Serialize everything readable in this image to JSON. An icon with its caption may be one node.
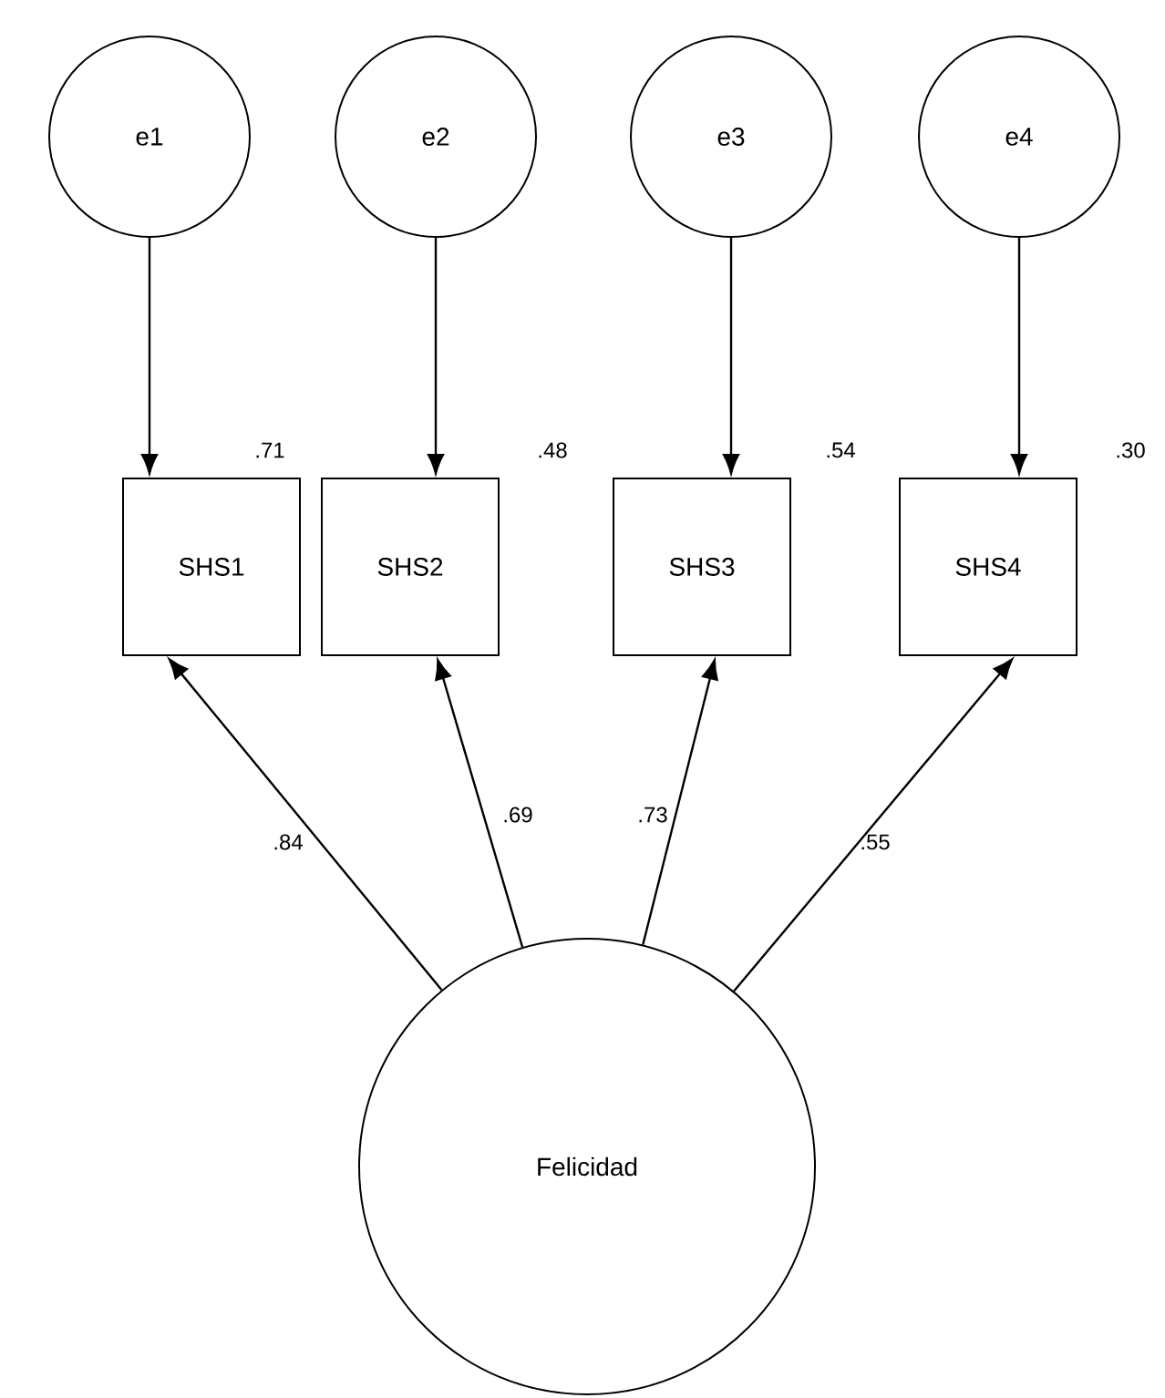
{
  "diagram": {
    "nodes": [
      {
        "text": [
          "e1"
        ]
      },
      {
        "text": [
          "e2"
        ]
      },
      {
        "text": [
          "e3"
        ]
      },
      {
        "text": [
          "e4"
        ]
      },
      {
        "text": [
          "SHS1"
        ],
        "beside": [
          ".71"
        ]
      },
      {
        "text": [
          "SHS2"
        ],
        "beside": [
          ".48"
        ]
      },
      {
        "text": [
          "SHS3"
        ],
        "beside": [
          ".54"
        ]
      },
      {
        "text": [
          "SHS4"
        ],
        "beside": [
          ".30"
        ]
      },
      {
        "text": [
          "Felicidad"
        ]
      }
    ],
    "edges": [
      {
        "from": 0,
        "to": 4,
        "arrow": "to"
      },
      {
        "from": 1,
        "to": 5,
        "arrow": "to"
      },
      {
        "from": 2,
        "to": 6,
        "arrow": "to"
      },
      {
        "from": 3,
        "to": 7,
        "arrow": "to"
      },
      {
        "from": 8,
        "to": 4,
        "arrow": "to",
        "label": ".84"
      },
      {
        "from": 8,
        "to": 5,
        "arrow": "to",
        "label": ".69"
      },
      {
        "from": 8,
        "to": 6,
        "arrow": "to",
        "label": ".73"
      },
      {
        "from": 8,
        "to": 7,
        "arrow": "to",
        "label": ".55"
      }
    ]
  }
}
